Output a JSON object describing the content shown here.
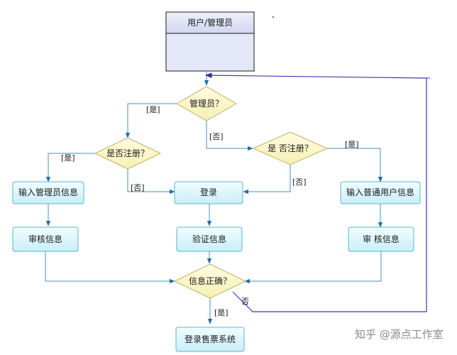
{
  "diagram": {
    "actor": {
      "title": "用户/管理员"
    },
    "nodes": {
      "is_admin": "管理员？",
      "admin_registered": "是否注册？",
      "user_registered": "是  否注册？",
      "admin_input": "输入管理员信息",
      "admin_review": "审核信息",
      "login": "登录",
      "verify": "验证信息",
      "user_input": "输入普通用户信息",
      "user_review": "审  核信息",
      "info_correct": "信息正确？",
      "ticket_system": "登录售票系统"
    },
    "edge_labels": {
      "admin_yes": "[是]",
      "admin_no": "[否]",
      "admin_reg_yes": "[是]",
      "admin_reg_no": "[否]",
      "user_reg_yes": "[是]",
      "user_reg_no": "[否]",
      "correct_yes": "[是]",
      "correct_no": "否"
    }
  },
  "watermark": {
    "icon": "zhihu-icon",
    "text": "知乎 @源点工作室"
  },
  "colors": {
    "box_stroke": "#5fb3cf",
    "diamond_fill": "#fbf7c8",
    "edge": "#4a8fb8",
    "loop_edge": "#3b3bb0"
  }
}
